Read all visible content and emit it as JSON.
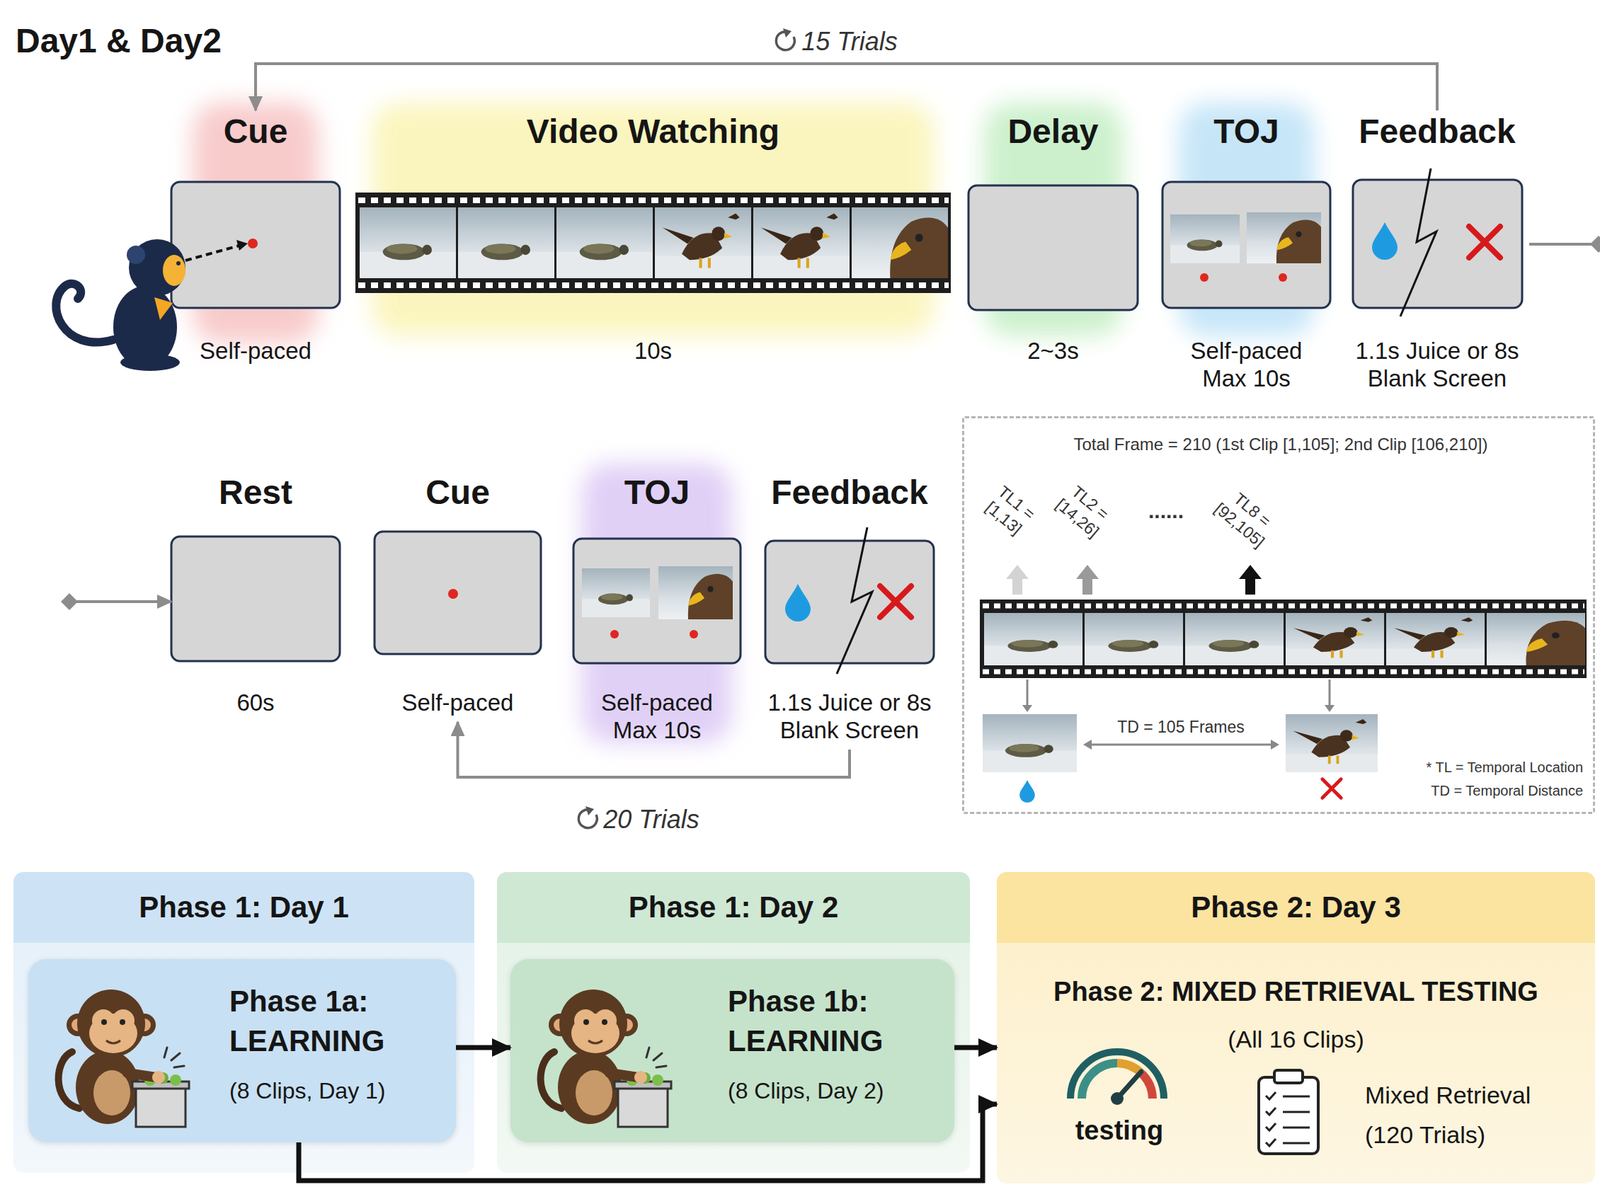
{
  "diagram": {
    "title": "Day1 & Day2",
    "nodes": [
      {
        "text": [
          "Cue",
          "Self-paced"
        ]
      },
      {
        "text": [
          "Video Watching",
          "10s"
        ]
      },
      {
        "text": [
          "Delay",
          "2~3s"
        ]
      },
      {
        "text": [
          "TOJ",
          "Self-paced Max 10s"
        ]
      },
      {
        "text": [
          "Feedback",
          "1.1s Juice or 8s Blank Screen"
        ]
      },
      {
        "text": [
          "Rest",
          "60s"
        ]
      },
      {
        "text": [
          "Cue",
          "Self-paced"
        ]
      },
      {
        "text": [
          "TOJ",
          "Self-paced Max 10s"
        ]
      },
      {
        "text": [
          "Feedback",
          "1.1s Juice or 8s Blank Screen"
        ]
      },
      {
        "text": [
          "Total Frame = 210 (1st Clip [1,105]; 2nd Clip [106,210])"
        ]
      },
      {
        "text": [
          "Phase 1: Day 1"
        ]
      },
      {
        "text": [
          "Phase 1a: LEARNING",
          "(8 Clips, Day 1)"
        ],
        "in": 10
      },
      {
        "text": [
          "Phase 1: Day 2"
        ]
      },
      {
        "text": [
          "Phase 1b: LEARNING",
          "(8 Clips, Day 2)"
        ],
        "in": 12
      },
      {
        "text": [
          "Phase 2: Day 3",
          "Phase 2: MIXED RETRIEVAL TESTING",
          "(All 16 Clips)",
          "testing",
          "Mixed Retrieval (120 Trials)"
        ]
      }
    ],
    "edges": [
      {
        "from": 4,
        "to": 0,
        "arrow": "to",
        "label": "15 Trials"
      },
      {
        "from": 4,
        "to": 5,
        "arrow": "to"
      },
      {
        "from": 8,
        "to": 6,
        "arrow": "to",
        "label": "20 Trials"
      },
      {
        "from": 11,
        "to": 13,
        "arrow": "to"
      },
      {
        "from": 13,
        "to": 14,
        "arrow": "to"
      },
      {
        "from": 11,
        "to": 14,
        "arrow": "to"
      }
    ],
    "labels": [
      "TL1 = [1,13]",
      "TL2 = [14,26]",
      "......",
      "TL8 = [92,105]",
      "TD = 105 Frames",
      "* TL = Temporal Location",
      "TD = Temporal Distance"
    ]
  }
}
